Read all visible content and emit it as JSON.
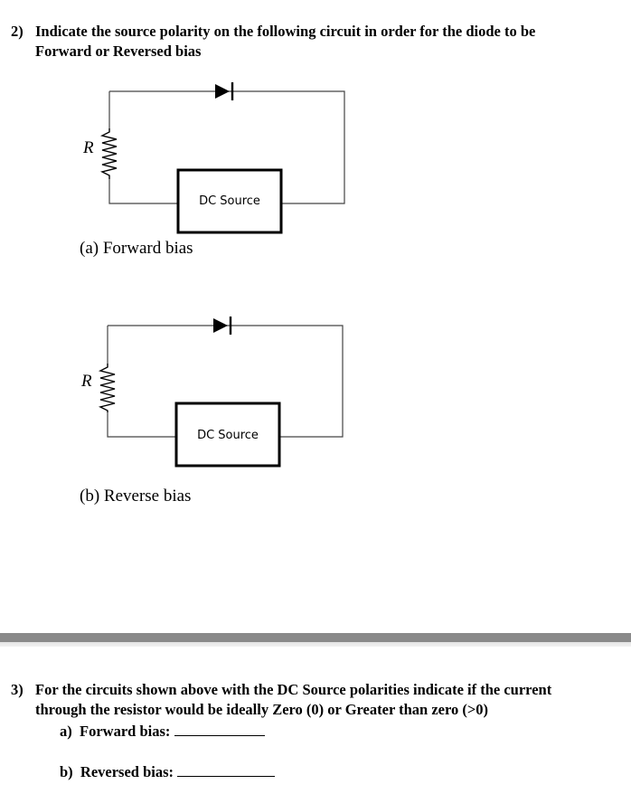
{
  "q2": {
    "number": "2)",
    "line1": "Indicate the source polarity on the following circuit in order for the diode to be",
    "line2": "Forward or Reversed bias"
  },
  "circuits": [
    {
      "resistor_label": "R",
      "source_label": "DC Source",
      "caption": "(a) Forward bias"
    },
    {
      "resistor_label": "R",
      "source_label": "DC Source",
      "caption": "(b) Reverse bias"
    }
  ],
  "q3": {
    "number": "3)",
    "line1": "For the circuits shown above with the DC Source polarities indicate if the current",
    "line2": "through the resistor would be ideally Zero (0) or Greater than zero (>0)",
    "items": [
      {
        "label": "a)",
        "text": "Forward bias:"
      },
      {
        "label": "b)",
        "text": "Reversed bias:"
      }
    ]
  }
}
